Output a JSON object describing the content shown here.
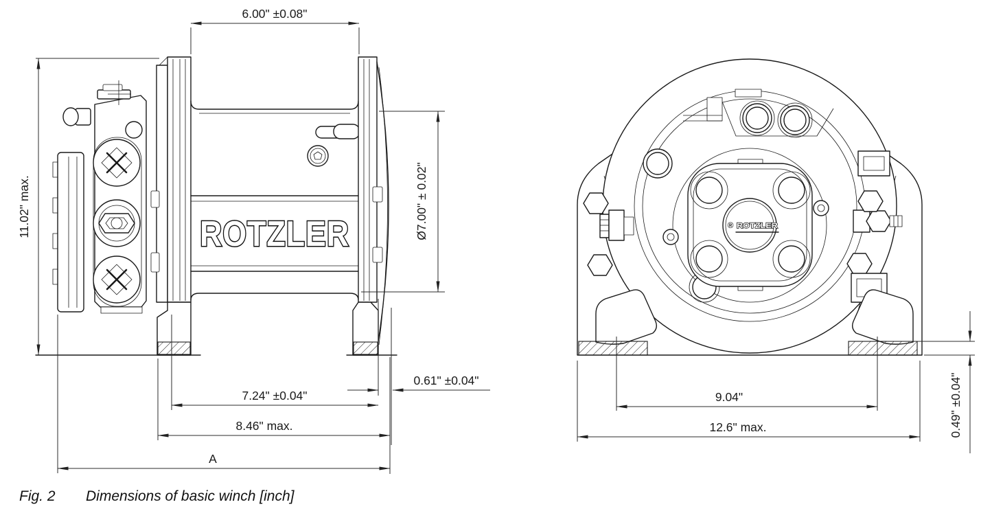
{
  "page": {
    "background": "#ffffff",
    "line_color": "#1a1a1a"
  },
  "caption": {
    "label": "Fig. 2",
    "text": "Dimensions of basic winch [inch]"
  },
  "side_view": {
    "logo": "ROTZLER",
    "dims": {
      "drum_length": "6.00\" ±0.08\"",
      "height_max": "11.02\" max.",
      "drum_diameter": "Ø7.00\" ± 0.02\"",
      "rope_anchor_offset": "0.61\" ±0.04\"",
      "bolt_span": "7.24\" ±0.04\"",
      "width_max": "8.46\" max.",
      "overall_length": "A"
    }
  },
  "front_view": {
    "hub_logo": "ROTZLER",
    "hub_logo_mark": "®",
    "dims": {
      "bolt_span": "9.04\"",
      "width_max": "12.6\" max.",
      "foot_height": "0.49\" ±0.04\""
    }
  }
}
